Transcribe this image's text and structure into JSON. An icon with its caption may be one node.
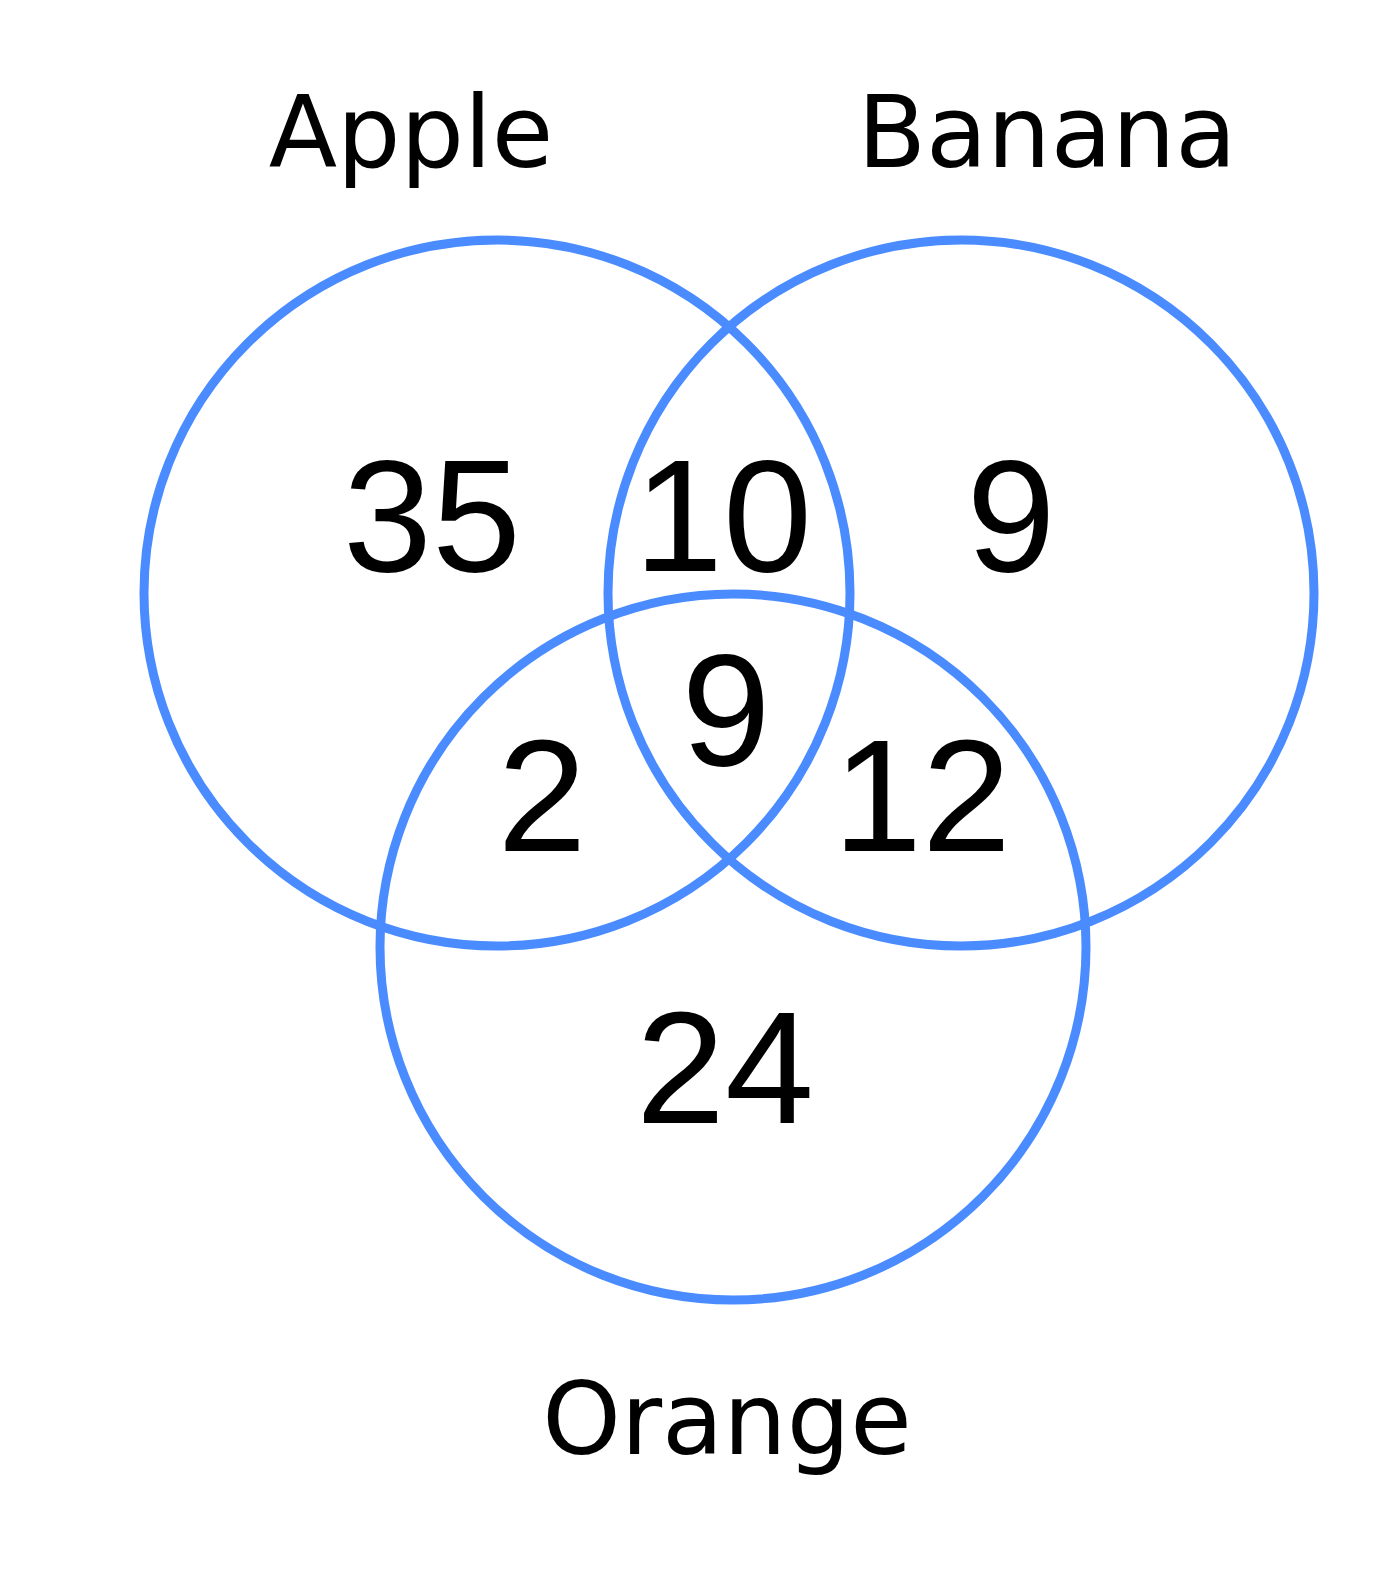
{
  "diagram": {
    "nodes": [
      {
        "text": [
          "Apple"
        ]
      },
      {
        "text": [
          "Banana"
        ]
      },
      {
        "text": [
          "Orange"
        ]
      }
    ],
    "labels": [
      "35",
      "10",
      "9",
      "9",
      "2",
      "12",
      "24"
    ]
  }
}
